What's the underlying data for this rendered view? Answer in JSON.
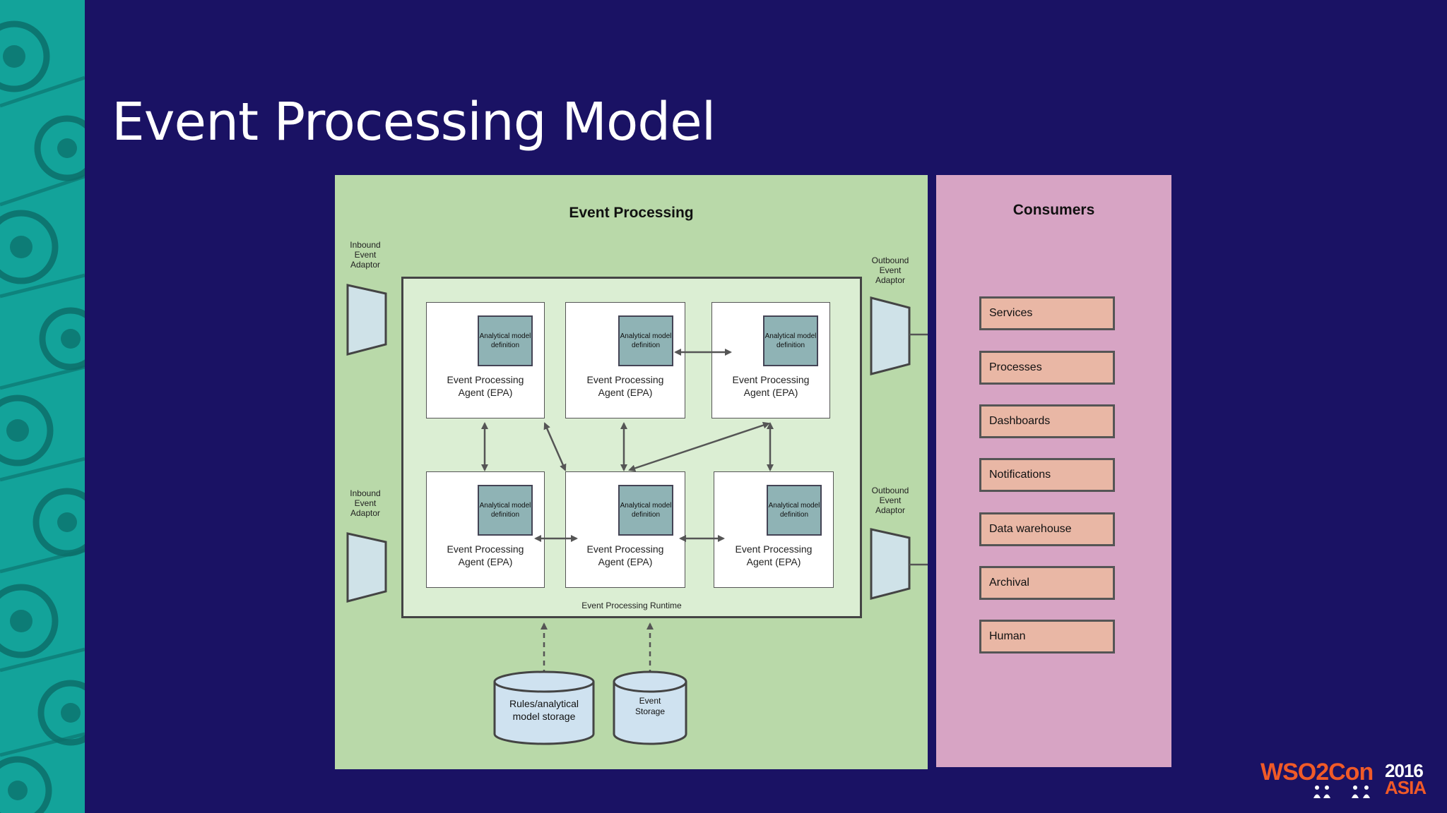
{
  "slide": {
    "title": "Event Processing Model"
  },
  "event_processing": {
    "title": "Event Processing",
    "runtime_label": "Event Processing Runtime",
    "inbound_adaptor_label": "Inbound\nEvent\nAdaptor",
    "outbound_adaptor_label": "Outbound\nEvent\nAdaptor",
    "agents": [
      {
        "model": "Analytical model definition",
        "label": "Event Processing\nAgent (EPA)"
      },
      {
        "model": "Analytical model definition",
        "label": "Event Processing\nAgent (EPA)"
      },
      {
        "model": "Analytical model definition",
        "label": "Event Processing\nAgent (EPA)"
      },
      {
        "model": "Analytical model definition",
        "label": "Event Processing\nAgent (EPA)"
      },
      {
        "model": "Analytical model definition",
        "label": "Event Processing\nAgent (EPA)"
      },
      {
        "model": "Analytical model definition",
        "label": "Event Processing\nAgent (EPA)"
      }
    ],
    "storage": [
      {
        "label": "Rules/analytical\nmodel storage"
      },
      {
        "label": "Event\nStorage"
      }
    ]
  },
  "consumers": {
    "title": "Consumers",
    "items": [
      "Services",
      "Processes",
      "Dashboards",
      "Notifications",
      "Data warehouse",
      "Archival",
      "Human"
    ]
  },
  "brand": {
    "name": "WSO2Con",
    "year": "2016",
    "region": "ASIA"
  },
  "colors": {
    "background": "#1a1264",
    "strip": "#13a39a",
    "event_processing_panel": "#b9d9a9",
    "consumers_panel": "#d7a4c4",
    "consumer_item": "#e9b7a5",
    "model_box": "#8fb3b5",
    "adaptor": "#cfe2e8",
    "brand_accent": "#f05a28"
  }
}
